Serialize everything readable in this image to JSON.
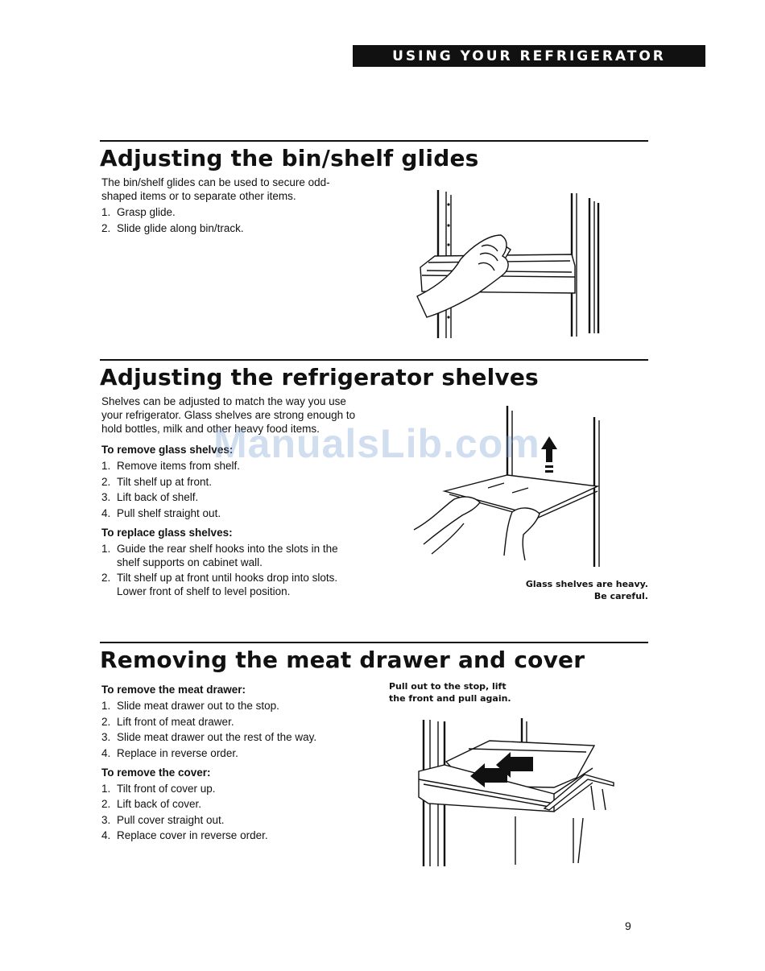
{
  "header": {
    "title": "USING YOUR REFRIGERATOR"
  },
  "sections": {
    "glides": {
      "title": "Adjusting the bin/shelf glides",
      "intro": "The bin/shelf glides can be used to secure odd-shaped items or to separate other items.",
      "steps": [
        {
          "num": "1.",
          "text": "Grasp glide."
        },
        {
          "num": "2.",
          "text": "Slide glide along bin/track."
        }
      ]
    },
    "shelves": {
      "title": "Adjusting the refrigerator shelves",
      "intro": "Shelves can be adjusted to match the way you use your refrigerator. Glass shelves are strong enough to hold bottles, milk and other heavy food items.",
      "remove_heading": "To remove glass shelves:",
      "remove_steps": [
        {
          "num": "1.",
          "text": "Remove items from shelf."
        },
        {
          "num": "2.",
          "text": "Tilt shelf up at front."
        },
        {
          "num": "3.",
          "text": "Lift back of shelf."
        },
        {
          "num": "4.",
          "text": "Pull shelf straight out."
        }
      ],
      "replace_heading": "To replace glass shelves:",
      "replace_steps": [
        {
          "num": "1.",
          "text": "Guide the rear shelf hooks into the slots in the shelf supports on cabinet wall."
        },
        {
          "num": "2.",
          "text": "Tilt shelf up at front until hooks drop into slots. Lower front of shelf to level position."
        }
      ],
      "caption_line1": "Glass shelves are heavy.",
      "caption_line2": "Be careful."
    },
    "meat": {
      "title": "Removing the meat drawer and cover",
      "drawer_heading": "To remove the meat drawer:",
      "drawer_steps": [
        {
          "num": "1.",
          "text": "Slide meat drawer out to the stop."
        },
        {
          "num": "2.",
          "text": "Lift front of meat drawer."
        },
        {
          "num": "3.",
          "text": "Slide meat drawer out the rest of the way."
        },
        {
          "num": "4.",
          "text": "Replace in reverse order."
        }
      ],
      "cover_heading": "To remove the cover:",
      "cover_steps": [
        {
          "num": "1.",
          "text": "Tilt front of cover up."
        },
        {
          "num": "2.",
          "text": "Lift back of cover."
        },
        {
          "num": "3.",
          "text": "Pull cover straight out."
        },
        {
          "num": "4.",
          "text": "Replace cover in reverse order."
        }
      ],
      "caption_line1": "Pull out to the stop, lift",
      "caption_line2": "the front and pull again."
    }
  },
  "watermark": "ManualsLib.com",
  "page_number": "9"
}
